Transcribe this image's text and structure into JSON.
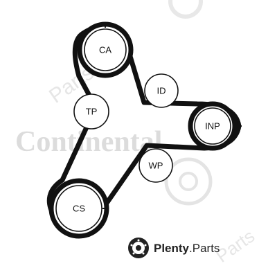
{
  "watermark": {
    "brand": "Continental",
    "site_fragment": "Parts"
  },
  "pulleys": [
    {
      "id": "ca",
      "label": "CA"
    },
    {
      "id": "id",
      "label": "ID"
    },
    {
      "id": "tp",
      "label": "TP"
    },
    {
      "id": "inp",
      "label": "INP"
    },
    {
      "id": "wp",
      "label": "WP"
    },
    {
      "id": "cs",
      "label": "CS"
    }
  ],
  "footer": {
    "brand_name": "Plenty",
    "brand_suffix": ".Parts"
  },
  "colors": {
    "belt": "#111111",
    "watermark": "#dcdcdc"
  }
}
